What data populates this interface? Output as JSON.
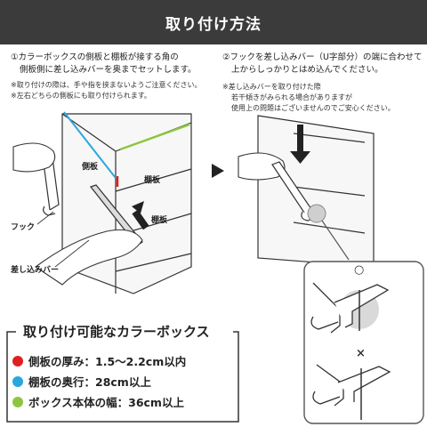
{
  "header": {
    "title": "取り付け方法"
  },
  "step1": {
    "line1": "①カラーボックスの側板と棚板が接する角の",
    "line2": "側板側に差し込みバーを奥までセットします。",
    "note1": "※取り付けの際は、手や指を挟まないようご注意ください。",
    "note2": "※左右どちらの側板にも取り付けられます。"
  },
  "step2": {
    "line1": "②フックを差し込みバー（U字部分）の端に合わせて",
    "line2": "上からしっかりとはめ込んでください。",
    "note1": "※差し込みバーを取り付けた際",
    "note2": "若干傾きがみられる場合がありますが",
    "note3": "使用上の問題はございませんのでご安心ください。"
  },
  "illustration": {
    "label_side_board": "側板",
    "label_shelf_top": "棚板",
    "label_shelf_mid": "棚板",
    "label_hook": "フック",
    "label_bar": "差し込みバー",
    "mark_ok": "○",
    "mark_ng": "×"
  },
  "compat": {
    "title": "取り付け可能なカラーボックス",
    "items": [
      {
        "text": "側板の厚み：1.5〜2.2cm以内",
        "color": "#e02020"
      },
      {
        "text": "棚板の奥行：28cm以上",
        "color": "#2aa7dc"
      },
      {
        "text": "ボックス本体の幅：36cm以上",
        "color": "#8cc63f"
      }
    ]
  }
}
